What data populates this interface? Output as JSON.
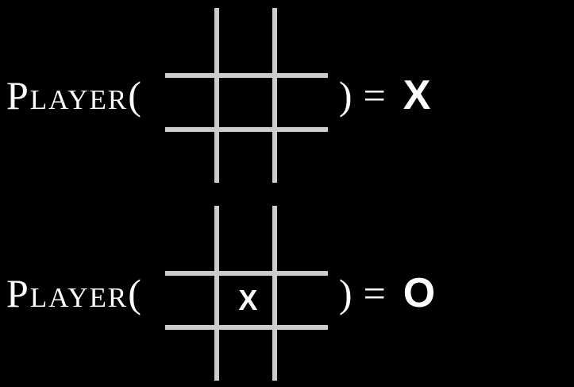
{
  "colors": {
    "background": "#000000",
    "text": "#ffffff",
    "grid_line": "#cccccc"
  },
  "rows": [
    {
      "function_label": "Player(",
      "close_paren": ")",
      "equals": "=",
      "result": "X",
      "board": [
        [
          "",
          "",
          ""
        ],
        [
          "",
          "",
          ""
        ],
        [
          "",
          "",
          ""
        ]
      ]
    },
    {
      "function_label": "Player(",
      "close_paren": ")",
      "equals": "=",
      "result": "O",
      "board": [
        [
          "",
          "",
          ""
        ],
        [
          "",
          "X",
          ""
        ],
        [
          "",
          "",
          ""
        ]
      ]
    }
  ]
}
